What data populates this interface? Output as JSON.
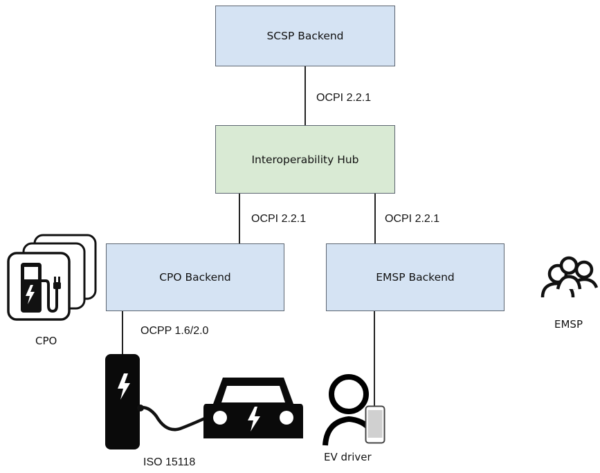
{
  "nodes": {
    "scsp_backend": "SCSP Backend",
    "interop_hub": "Interoperability Hub",
    "cpo_backend": "CPO Backend",
    "emsp_backend": "EMSP Backend"
  },
  "edges": {
    "scsp_hub": "OCPI 2.2.1",
    "hub_cpo": "OCPI 2.2.1",
    "hub_emsp": "OCPI 2.2.1",
    "cpo_charger": "OCPP 1.6/2.0"
  },
  "captions": {
    "cpo": "CPO",
    "emsp": "EMSP",
    "iso": "ISO 15118",
    "ev_driver": "EV driver"
  },
  "colors": {
    "backend_fill": "#d5e3f3",
    "hub_fill": "#d9ead4",
    "line": "#222222",
    "icon": "#111111"
  },
  "icons": [
    "charging-station-cards-icon",
    "users-group-icon",
    "charging-station-icon",
    "electric-car-icon",
    "person-icon",
    "smartphone-icon"
  ]
}
